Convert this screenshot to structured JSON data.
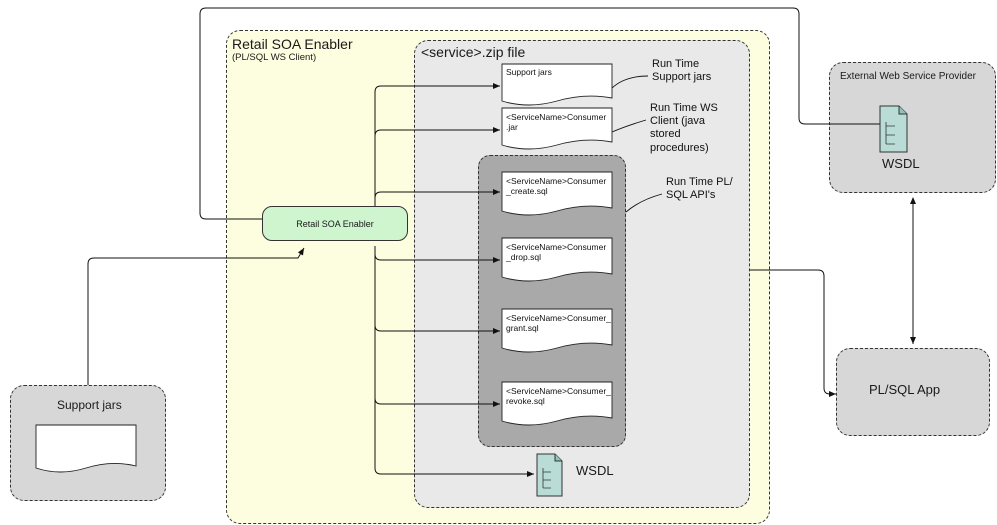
{
  "enabler_panel": {
    "title": "Retail SOA Enabler",
    "subtitle": "(PL/SQL WS Client)"
  },
  "zip_panel": {
    "title": "<service>.zip file"
  },
  "enabler_node": {
    "label": "Retail SOA Enabler"
  },
  "documents": [
    {
      "label": "Support jars"
    },
    {
      "label": "<ServiceName>Consumer\n.jar"
    },
    {
      "label": "<ServiceName>Consumer\n_create.sql"
    },
    {
      "label": "<ServiceName>Consumer\n_drop.sql"
    },
    {
      "label": "<ServiceName>Consumer_\ngrant.sql"
    },
    {
      "label": "<ServiceName>Consumer_\nrevoke.sql"
    }
  ],
  "annotations": {
    "support_jars": "Run Time\nSupport jars",
    "ws_client": "Run Time WS\nClient (java\nstored\nprocedures)",
    "plsql_apis": "Run Time PL/\nSQL API's"
  },
  "zip_wsdl": {
    "label": "WSDL"
  },
  "external_provider": {
    "title": "External Web Service Provider",
    "wsdl_label": "WSDL"
  },
  "plsql_app": {
    "label": "PL/SQL App"
  },
  "support_jars_box": {
    "title": "Support jars"
  }
}
